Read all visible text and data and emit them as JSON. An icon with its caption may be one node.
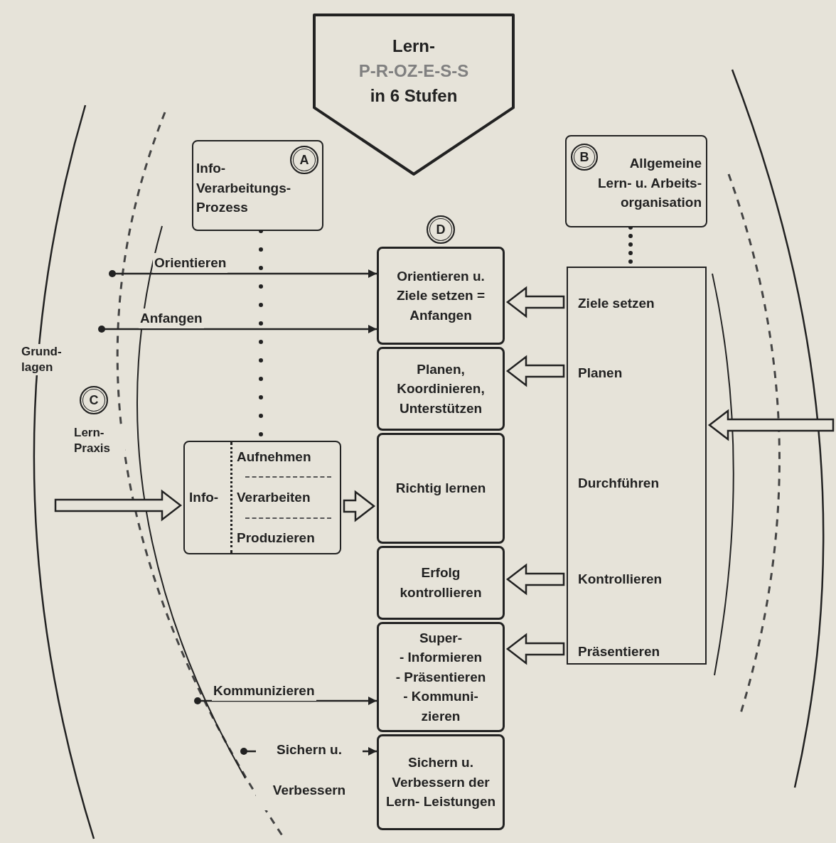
{
  "diagram": {
    "nodes": [
      {
        "text": [
          "Lern-",
          "P-R-OZ-E-S-S",
          "in 6 Stufen"
        ]
      },
      {
        "text": [
          "Info- Verarbeitungs- Prozess"
        ]
      },
      {
        "text": [
          "A"
        ],
        "in": 1
      },
      {
        "text": [
          "Allgemeine Lern- u. Arbeits- organisation"
        ]
      },
      {
        "text": [
          "B"
        ],
        "in": 3
      },
      {
        "text": [
          "D"
        ]
      },
      {
        "text": [
          "C"
        ]
      },
      {
        "text": [
          "Orientieren u. Ziele setzen = Anfangen"
        ]
      },
      {
        "text": [
          "Planen, Koordinieren, Unterstützen"
        ]
      },
      {
        "text": [
          "Richtig lernen"
        ]
      },
      {
        "text": [
          "Erfolg kontrollieren"
        ]
      },
      {
        "text": [
          "Super-",
          "- Informieren",
          "- Präsentieren",
          "- Kommuni- zieren"
        ]
      },
      {
        "text": [
          "Sichern u. Verbessern der Lern- Leistungen"
        ]
      },
      {
        "text": [
          "Info-",
          "Aufnehmen",
          "Verarbeiten",
          "Produzieren"
        ]
      },
      {
        "text": [
          "Ziele setzen",
          "Planen",
          "Durchführen",
          "Kontrollieren",
          "Präsentieren"
        ]
      }
    ],
    "edges": [
      {
        "from": 1,
        "to": 13,
        "arrow": "none",
        "style": "dashed"
      },
      {
        "from": 3,
        "to": 14,
        "arrow": "none",
        "style": "dashed"
      },
      {
        "from": null,
        "to": 7,
        "arrow": "to",
        "label": "Orientieren"
      },
      {
        "from": null,
        "to": 7,
        "arrow": "to",
        "label": "Anfangen"
      },
      {
        "from": null,
        "to": 11,
        "arrow": "to",
        "label": "Kommunizieren"
      },
      {
        "from": null,
        "to": 12,
        "arrow": "to",
        "label": "Sichern u. Verbessern"
      },
      {
        "from": 14,
        "to": 7,
        "arrow": "to",
        "style": "thick"
      },
      {
        "from": 14,
        "to": 8,
        "arrow": "to",
        "style": "thick"
      },
      {
        "from": 14,
        "to": 10,
        "arrow": "to",
        "style": "thick"
      },
      {
        "from": 14,
        "to": 11,
        "arrow": "to",
        "style": "thick"
      },
      {
        "from": null,
        "to": 14,
        "arrow": "to",
        "style": "thick"
      },
      {
        "from": null,
        "to": 13,
        "arrow": "to",
        "style": "thick"
      },
      {
        "from": 13,
        "to": 9,
        "arrow": "to",
        "style": "thick"
      }
    ],
    "labels": [
      "Grund- lagen",
      "Lern- Praxis"
    ]
  }
}
